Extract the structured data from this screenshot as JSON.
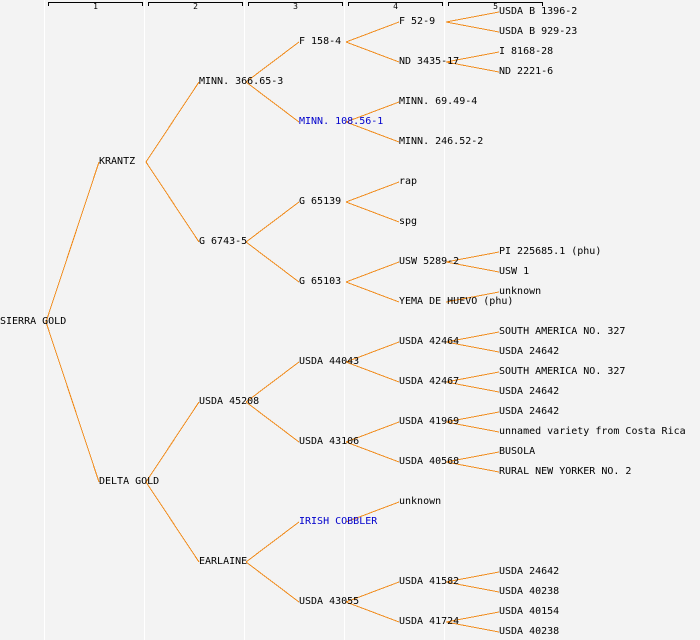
{
  "columns": [
    {
      "label": "1"
    },
    {
      "label": "2"
    },
    {
      "label": "3"
    },
    {
      "label": "4"
    },
    {
      "label": "5"
    }
  ],
  "colors": {
    "edge": "#f08c1e",
    "text": "#000000",
    "highlight_text": "#0000cc",
    "background": "#f3f3f3"
  },
  "tree": {
    "name": "SIERRA GOLD",
    "children": [
      {
        "name": "KRANTZ",
        "children": [
          {
            "name": "MINN. 366.65-3",
            "children": [
              {
                "name": "F 158-4",
                "children": [
                  {
                    "name": "F 52-9",
                    "children": [
                      {
                        "name": "USDA B 1396-2"
                      },
                      {
                        "name": "USDA B 929-23"
                      }
                    ]
                  },
                  {
                    "name": "ND 3435-17",
                    "children": [
                      {
                        "name": "I 8168-28"
                      },
                      {
                        "name": "ND 2221-6"
                      }
                    ]
                  }
                ]
              },
              {
                "name": "MINN. 108.56-1",
                "highlight": true,
                "children": [
                  {
                    "name": "MINN. 69.49-4"
                  },
                  {
                    "name": "MINN. 246.52-2"
                  }
                ]
              }
            ]
          },
          {
            "name": "G 6743-5",
            "children": [
              {
                "name": "G 65139",
                "children": [
                  {
                    "name": "rap"
                  },
                  {
                    "name": "spg"
                  }
                ]
              },
              {
                "name": "G 65103",
                "children": [
                  {
                    "name": "USW 5289-2",
                    "children": [
                      {
                        "name": "PI 225685.1 (phu)"
                      },
                      {
                        "name": "USW 1"
                      }
                    ]
                  },
                  {
                    "name": "YEMA DE HUEVO (phu)",
                    "children": [
                      {
                        "name": "unknown"
                      }
                    ]
                  }
                ]
              }
            ]
          }
        ]
      },
      {
        "name": "DELTA GOLD",
        "children": [
          {
            "name": "USDA 45208",
            "children": [
              {
                "name": "USDA 44043",
                "children": [
                  {
                    "name": "USDA 42464",
                    "children": [
                      {
                        "name": "SOUTH AMERICA NO. 327"
                      },
                      {
                        "name": "USDA 24642"
                      }
                    ]
                  },
                  {
                    "name": "USDA 42467",
                    "children": [
                      {
                        "name": "SOUTH AMERICA NO. 327"
                      },
                      {
                        "name": "USDA 24642"
                      }
                    ]
                  }
                ]
              },
              {
                "name": "USDA 43106",
                "children": [
                  {
                    "name": "USDA 41969",
                    "children": [
                      {
                        "name": "USDA 24642"
                      },
                      {
                        "name": "unnamed variety from Costa Rica"
                      }
                    ]
                  },
                  {
                    "name": "USDA 40568",
                    "children": [
                      {
                        "name": "BUSOLA"
                      },
                      {
                        "name": "RURAL NEW YORKER NO. 2"
                      }
                    ]
                  }
                ]
              }
            ]
          },
          {
            "name": "EARLAINE",
            "children": [
              {
                "name": "IRISH COBBLER",
                "highlight": true,
                "children": [
                  {
                    "name": "unknown"
                  }
                ]
              },
              {
                "name": "USDA 43055",
                "children": [
                  {
                    "name": "USDA 41582",
                    "children": [
                      {
                        "name": "USDA 24642"
                      },
                      {
                        "name": "USDA 40238"
                      }
                    ]
                  },
                  {
                    "name": "USDA 41724",
                    "children": [
                      {
                        "name": "USDA 40154"
                      },
                      {
                        "name": "USDA 40238"
                      }
                    ]
                  }
                ]
              }
            ]
          }
        ]
      }
    ]
  }
}
